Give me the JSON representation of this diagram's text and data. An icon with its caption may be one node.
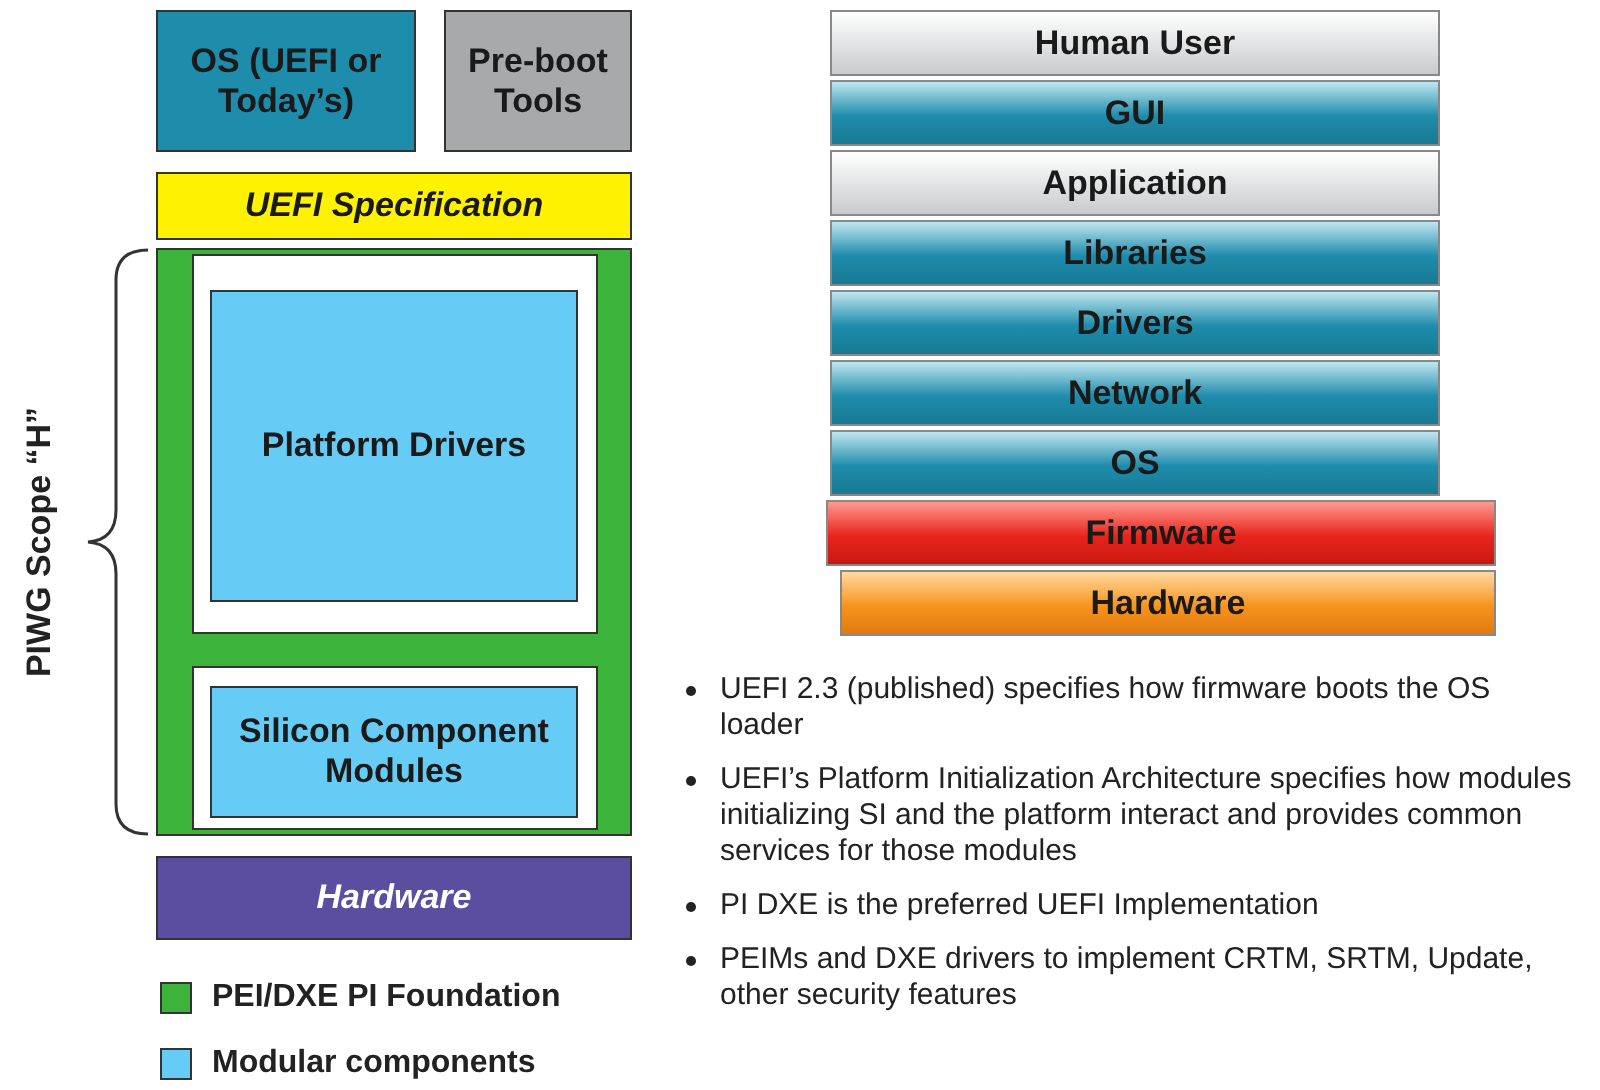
{
  "diagram": {
    "nodes": [
      {
        "text": [
          "OS (UEFI or Today’s)"
        ]
      },
      {
        "text": [
          "Pre-boot Tools"
        ]
      },
      {
        "text": [
          "UEFI Specification"
        ]
      },
      {
        "text": [],
        "shape": "box"
      },
      {
        "text": [
          "Platform Drivers"
        ],
        "in": 3
      },
      {
        "text": [
          "Silicon Component Modules"
        ],
        "in": 3
      },
      {
        "text": [
          "Hardware"
        ]
      },
      {
        "text": [
          "Human User"
        ]
      },
      {
        "text": [
          "GUI"
        ]
      },
      {
        "text": [
          "Application"
        ]
      },
      {
        "text": [
          "Libraries"
        ]
      },
      {
        "text": [
          "Drivers"
        ]
      },
      {
        "text": [
          "Network"
        ]
      },
      {
        "text": [
          "OS"
        ]
      },
      {
        "text": [
          "Firmware"
        ]
      },
      {
        "text": [
          "Hardware"
        ]
      }
    ],
    "edges": [],
    "labels": [
      "PIWG Scope “H”",
      "UEFI 2.3 (published) specifies how firmware boots the OS loader",
      "UEFI’s Platform Initialization Architecture specifies how modules initializing SI and the platform interact and provides common services for those modules",
      "PI DXE is the preferred UEFI Implementation",
      "PEIMs and DXE drivers to implement CRTM, SRTM, Update, other security features"
    ],
    "legend": [
      {
        "text": "PEI/DXE PI Foundation",
        "color": "#3cb43c"
      },
      {
        "text": "Modular components",
        "color": "#66ccf5"
      }
    ]
  }
}
